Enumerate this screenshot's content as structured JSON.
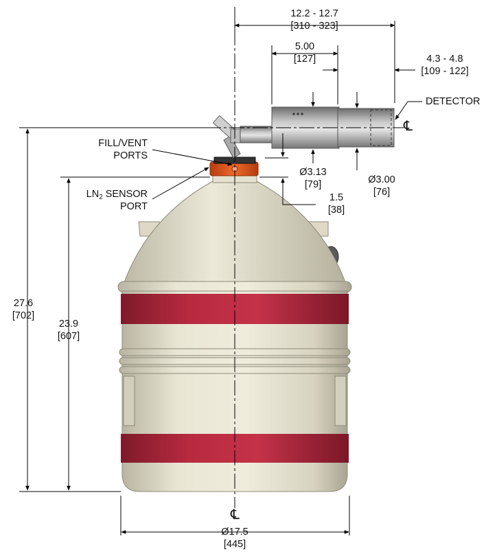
{
  "labels": {
    "fill_vent_1": "FILL/VENT",
    "fill_vent_2": "PORTS",
    "ln2_prefix": "LN",
    "ln2_sub": "2",
    "ln2_suffix": " SENSOR",
    "ln2_line2": "PORT",
    "detector": "DETECTOR",
    "centerline_symbol": "℄"
  },
  "dimensions": {
    "overall_width": {
      "value": "12.2 - 12.7",
      "metric": "[310 - 323]"
    },
    "detector_length": {
      "value": "5.00",
      "metric": "[127]"
    },
    "detector_offset": {
      "value": "4.3 - 4.8",
      "metric": "[109 - 122]"
    },
    "endcap_diameter": {
      "value": "Ø3.13",
      "metric": "[79]"
    },
    "detector_diameter": {
      "value": "Ø3.00",
      "metric": "[76]"
    },
    "vertical_offset": {
      "value": "1.5",
      "metric": "[38]"
    },
    "overall_height": {
      "value": "27.6",
      "metric": "[702]"
    },
    "neck_height": {
      "value": "23.9",
      "metric": "[607]"
    },
    "dewar_diameter": {
      "value": "Ø17.5",
      "metric": "[445]"
    }
  },
  "colors": {
    "body": "#e6e2cf",
    "band": "#b82a40",
    "collar": "#e5531f",
    "detector": "#9a9a9a"
  }
}
